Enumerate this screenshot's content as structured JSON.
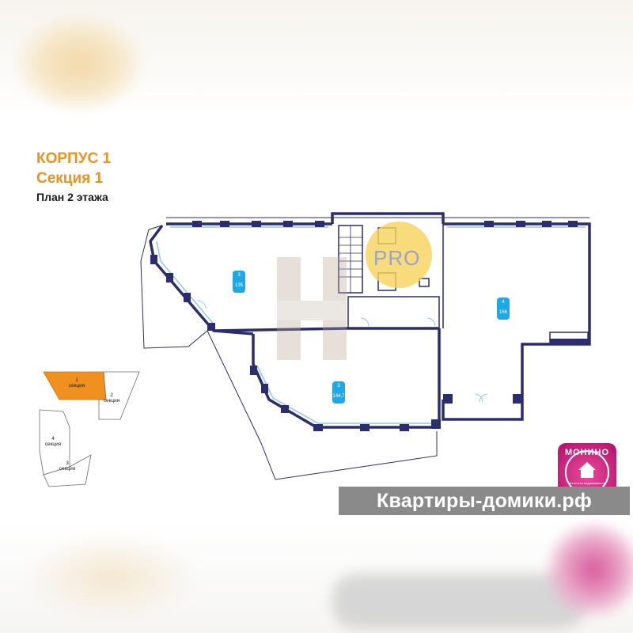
{
  "header": {
    "building": "КОРПУС 1",
    "section": "Секция 1",
    "floor_plan": "План 2 этажа"
  },
  "rooms": [
    {
      "id": "room-left",
      "number": "3",
      "area": "135"
    },
    {
      "id": "room-center",
      "number": "3",
      "area": "144,7"
    },
    {
      "id": "room-right",
      "number": "4",
      "area": "166"
    }
  ],
  "key_plan": {
    "sections": [
      {
        "number": "1",
        "label": "секция",
        "highlighted": true
      },
      {
        "number": "2",
        "label": "секция",
        "highlighted": false
      },
      {
        "number": "4",
        "label": "секция",
        "highlighted": false
      },
      {
        "number": "3",
        "label": "секция",
        "highlighted": false
      }
    ]
  },
  "watermarks": {
    "pro": "PRO",
    "logo_name": "МОНИНО",
    "logo_sub": "агентство недвижимости",
    "banner": "Квартиры-домики.рф"
  },
  "colors": {
    "accent": "#f0901e",
    "wall": "#2b2d6e",
    "label": "#1fa8e6",
    "window": "#8ec9e8"
  }
}
